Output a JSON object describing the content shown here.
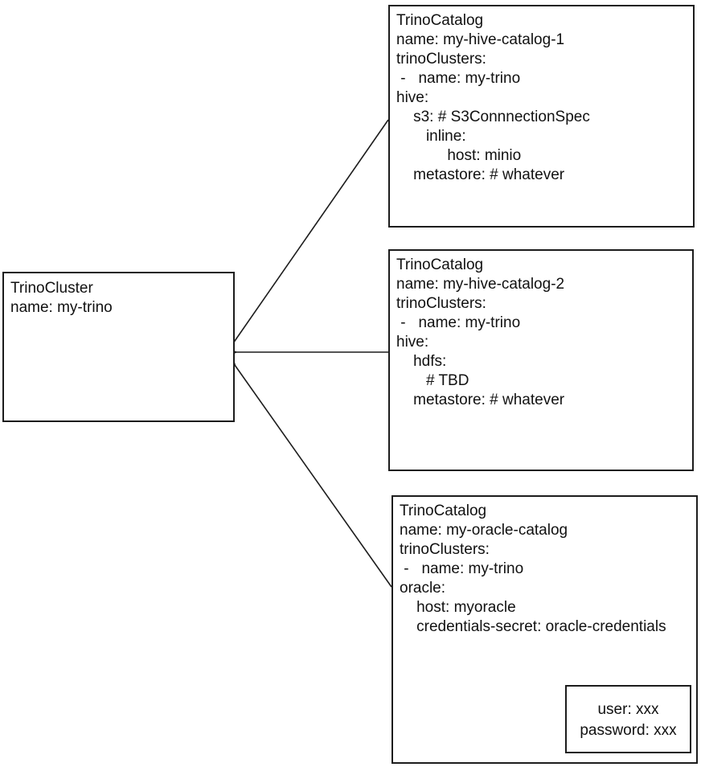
{
  "style": {
    "background": "#ffffff",
    "stroke": "#1c1c1c",
    "text": "#111111"
  },
  "cluster_box": {
    "lines": [
      "TrinoCluster",
      "name: my-trino"
    ]
  },
  "catalog_boxes": [
    {
      "id": "catalog1",
      "lines": [
        "TrinoCatalog",
        "name: my-hive-catalog-1",
        "trinoClusters:",
        " -   name: my-trino",
        "hive:",
        "    s3: # S3ConnnectionSpec",
        "       inline:",
        "            host: minio",
        "    metastore: # whatever"
      ]
    },
    {
      "id": "catalog2",
      "lines": [
        "TrinoCatalog",
        "name: my-hive-catalog-2",
        "trinoClusters:",
        " -   name: my-trino",
        "hive:",
        "    hdfs:",
        "       # TBD",
        "    metastore: # whatever"
      ]
    },
    {
      "id": "catalog3",
      "lines": [
        "TrinoCatalog",
        "name: my-oracle-catalog",
        "trinoClusters:",
        " -   name: my-trino",
        "oracle:",
        "    host: myoracle",
        "    credentials-secret: oracle-credentials"
      ]
    }
  ],
  "secret_box": {
    "lines": [
      "user: xxx",
      "password: xxx"
    ]
  },
  "edges": [
    {
      "from": "TrinoCatalog name: my-hive-catalog-1",
      "to": "TrinoCluster name: my-trino"
    },
    {
      "from": "TrinoCatalog name: my-hive-catalog-2",
      "to": "TrinoCluster name: my-trino"
    },
    {
      "from": "TrinoCatalog name: my-oracle-catalog",
      "to": "TrinoCluster name: my-trino"
    },
    {
      "from": "credentials-secret: oracle-credentials",
      "to": "secret (user/password)"
    }
  ]
}
